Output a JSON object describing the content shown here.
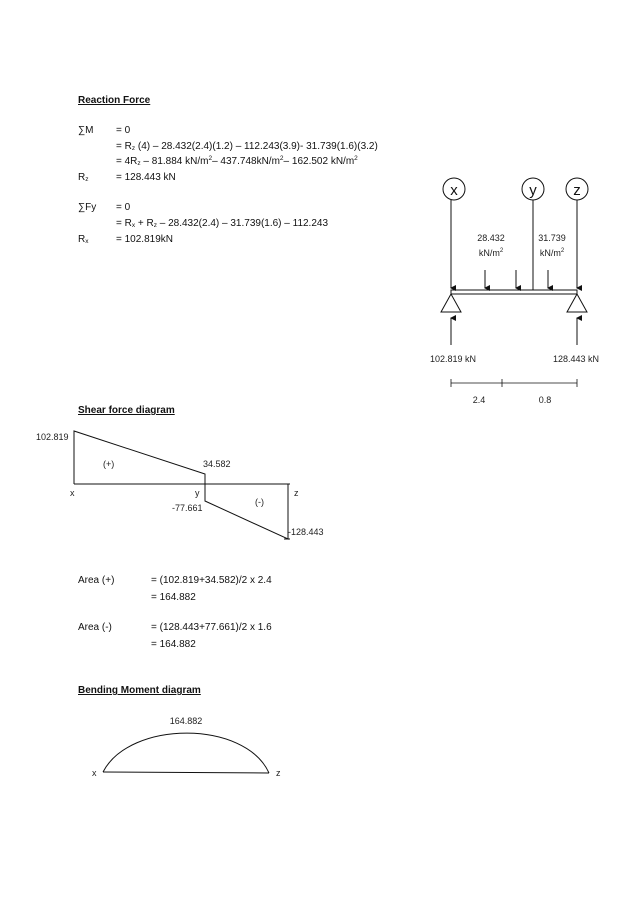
{
  "reaction": {
    "heading": "Reaction Force",
    "sum_m_label": "∑M",
    "sum_m_line1": "= 0",
    "sum_m_line2_prefix": "= R",
    "sum_m_line2_sub": "z",
    "sum_m_line2_rest": " (4) – 28.432(2.4)(1.2) – 112.243(3.9)- 31.739(1.6)(3.2)",
    "sum_m_line3_a": "= 4R",
    "sum_m_line3_sub": "z",
    "sum_m_line3_b": " – 81.884 kN/m",
    "sum_m_line3_sup1": "2",
    "sum_m_line3_c": "– 437.748kN/m",
    "sum_m_line3_sup2": "2",
    "sum_m_line3_d": "– 162.502 kN/m",
    "sum_m_line3_sup3": "2",
    "rz_label": "R",
    "rz_sub": "z",
    "rz_value": "= 128.443 kN",
    "sum_fy_label": "∑Fy",
    "sum_fy_line1": "= 0",
    "sum_fy_line2_a": "= R",
    "sum_fy_line2_sub1": "x",
    "sum_fy_line2_b": " + R",
    "sum_fy_line2_sub2": "z",
    "sum_fy_line2_c": " – 28.432(2.4) – 31.739(1.6) – 112.243",
    "rx_label": "R",
    "rx_sub": "x",
    "rx_value": "= 102.819kN"
  },
  "beam": {
    "point_x": "x",
    "point_y": "y",
    "point_z": "z",
    "load1_value": "28.432",
    "load1_unit": "kN/m",
    "load1_sup": "2",
    "load2_value": "31.739",
    "load2_unit": "kN/m",
    "load2_sup": "2",
    "reaction_left": "102.819 kN",
    "reaction_right": "128.443 kN",
    "span1": "2.4",
    "span2": "0.8"
  },
  "shear": {
    "heading": "Shear force diagram",
    "max_value": "102.819",
    "plus_label": "(+)",
    "value_at_y_pos": "34.582",
    "x_label": "x",
    "y_label": "y",
    "z_label": "z",
    "value_at_y_neg": "-77.661",
    "minus_label": "(-)",
    "min_value": "-128.443"
  },
  "area": {
    "plus_label": "Area (+)",
    "plus_eq": "= (102.819+34.582)/2 x 2.4",
    "plus_result": "= 164.882",
    "minus_label": "Area (-)",
    "minus_eq": "= (128.443+77.661)/2 x 1.6",
    "minus_result": "= 164.882"
  },
  "moment": {
    "heading": "Bending Moment diagram",
    "peak_value": "164.882",
    "x_label": "x",
    "z_label": "z"
  }
}
